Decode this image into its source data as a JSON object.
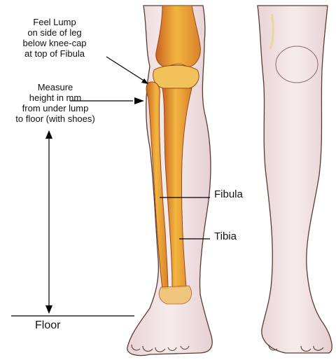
{
  "labels": {
    "lump": [
      "Feel Lump",
      "on side of leg",
      "below knee-cap",
      "at top of Fibula"
    ],
    "measure": [
      "Measure",
      "height in mm",
      "from under lump",
      "to floor (with shoes)"
    ],
    "fibula": "Fibula",
    "tibia": "Tibia",
    "floor": "Floor"
  },
  "colors": {
    "skin_outline": "#5a3a32",
    "skin_fill": "#f3e2e2",
    "bone_outer": "#d9822b",
    "bone_inner": "#f2b640",
    "line": "#000000"
  }
}
